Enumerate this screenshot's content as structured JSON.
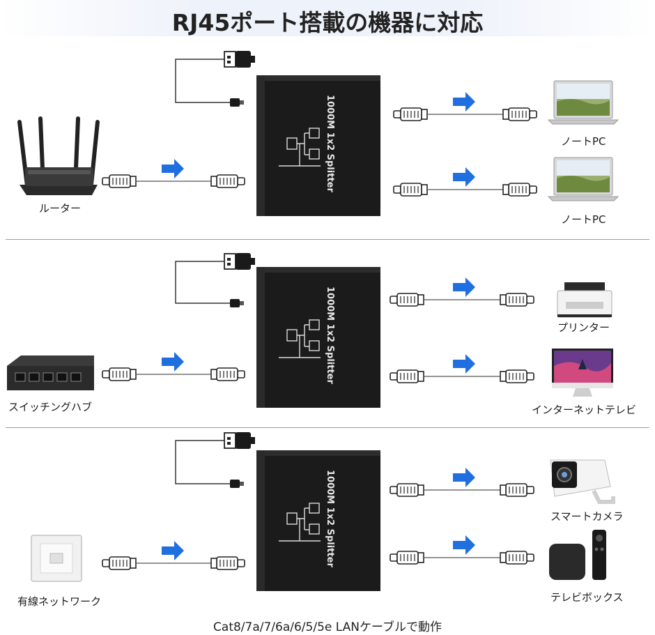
{
  "header": {
    "title": "RJ45ポート搭載の機器に対応"
  },
  "splitter": {
    "text": "1000M 1x2 Splitter"
  },
  "panels": [
    {
      "source_label": "ルーター",
      "device_top_label": "ノートPC",
      "device_bottom_label": "ノートPC"
    },
    {
      "source_label": "スイッチングハブ",
      "device_top_label": "プリンター",
      "device_bottom_label": "インターネットテレビ"
    },
    {
      "source_label": "有線ネットワーク",
      "device_top_label": "スマートカメラ",
      "device_bottom_label": "テレビボックス"
    }
  ],
  "footer": {
    "text": "Cat8/7a/7/6a/6/5/5e LANケーブルで動作"
  },
  "colors": {
    "arrow": "#1f6fe0",
    "splitter_body": "#1b1b1b",
    "header_band": "#eef2fa"
  },
  "icons": [
    "router-icon",
    "switch-hub-icon",
    "wall-jack-icon",
    "laptop-icon",
    "printer-icon",
    "monitor-icon",
    "camera-icon",
    "tv-box-icon",
    "usb-plug-icon",
    "rj45-plug-icon",
    "arrow-right-icon"
  ]
}
